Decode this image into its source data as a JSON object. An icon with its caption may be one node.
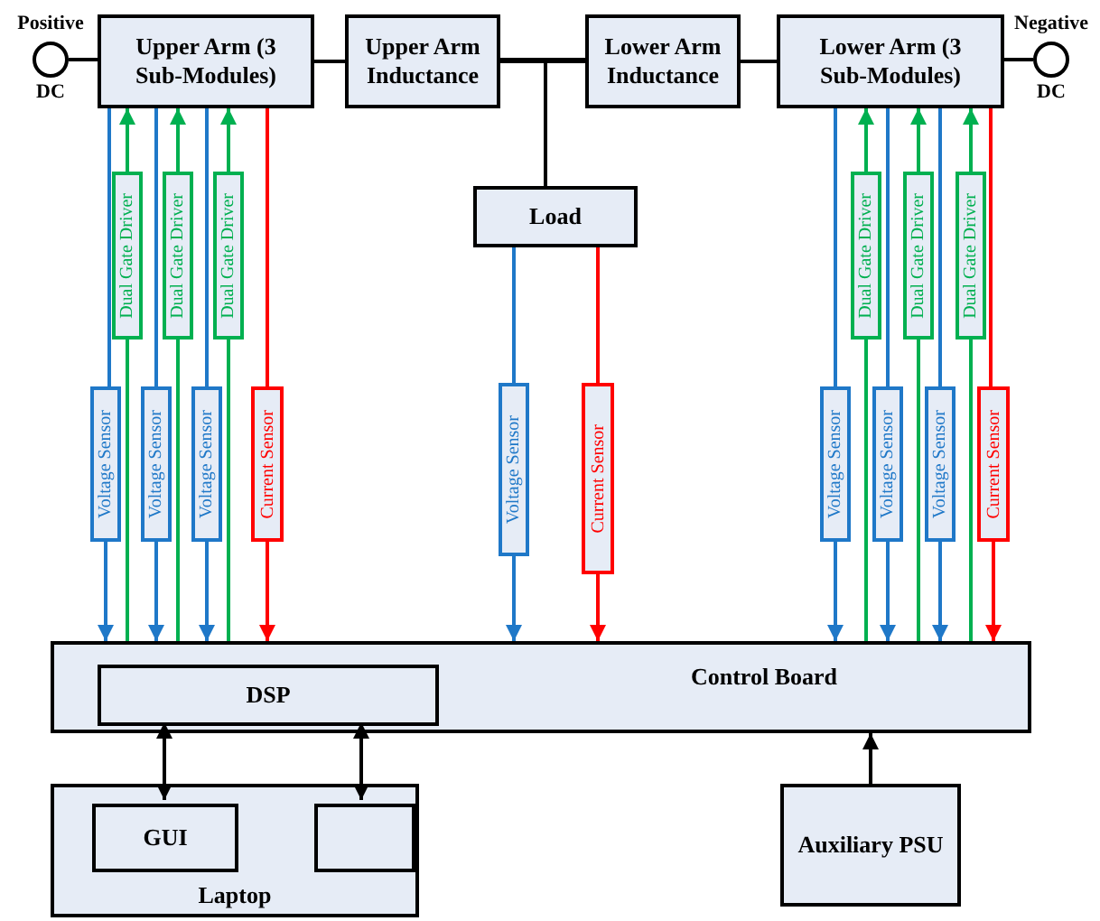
{
  "diagram": {
    "nodes": [
      {
        "text": [],
        "shape": "circle",
        "beside": [
          "Positive",
          "DC"
        ]
      },
      {
        "text": [
          "Upper Arm (3 Sub-Modules)"
        ]
      },
      {
        "text": [
          "Upper Arm Inductance"
        ]
      },
      {
        "text": [
          "Lower Arm Inductance"
        ]
      },
      {
        "text": [
          "Lower Arm (3 Sub-Modules)"
        ]
      },
      {
        "text": [],
        "shape": "circle",
        "beside": [
          "Negative",
          "DC"
        ]
      },
      {
        "text": [
          "Load"
        ]
      },
      {
        "text": [
          "Dual Gate Driver"
        ]
      },
      {
        "text": [
          "Dual Gate Driver"
        ]
      },
      {
        "text": [
          "Dual Gate Driver"
        ]
      },
      {
        "text": [
          "Dual Gate Driver"
        ]
      },
      {
        "text": [
          "Dual Gate Driver"
        ]
      },
      {
        "text": [
          "Dual Gate Driver"
        ]
      },
      {
        "text": [
          "Voltage Sensor"
        ]
      },
      {
        "text": [
          "Voltage Sensor"
        ]
      },
      {
        "text": [
          "Voltage Sensor"
        ]
      },
      {
        "text": [
          "Current Sensor"
        ]
      },
      {
        "text": [
          "Voltage Sensor"
        ]
      },
      {
        "text": [
          "Current Sensor"
        ]
      },
      {
        "text": [
          "Voltage Sensor"
        ]
      },
      {
        "text": [
          "Voltage Sensor"
        ]
      },
      {
        "text": [
          "Voltage Sensor"
        ]
      },
      {
        "text": [
          "Current Sensor"
        ]
      },
      {
        "text": [
          "Control Board"
        ]
      },
      {
        "text": [
          "DSP"
        ],
        "in": 23
      },
      {
        "text": [
          "Laptop"
        ]
      },
      {
        "text": [
          "GUI"
        ],
        "in": 25
      },
      {
        "text": [],
        "shape": "box",
        "in": 25
      },
      {
        "text": [
          "Auxiliary PSU"
        ]
      }
    ],
    "edges": [
      {
        "from": 0,
        "to": 1,
        "arrow": "none",
        "color": "#000000"
      },
      {
        "from": 1,
        "to": 2,
        "arrow": "none",
        "color": "#000000"
      },
      {
        "from": 2,
        "to": 3,
        "arrow": "none",
        "color": "#000000"
      },
      {
        "from": 2,
        "to": 6,
        "arrow": "none",
        "color": "#000000"
      },
      {
        "from": 3,
        "to": 6,
        "arrow": "none",
        "color": "#000000"
      },
      {
        "from": 3,
        "to": 4,
        "arrow": "none",
        "color": "#000000"
      },
      {
        "from": 4,
        "to": 5,
        "arrow": "none",
        "color": "#000000"
      },
      {
        "from": 1,
        "to": 13,
        "arrow": "none"
      },
      {
        "from": 13,
        "to": 23,
        "arrow": "to"
      },
      {
        "from": 23,
        "to": 7,
        "arrow": "none",
        "color": "#00b050"
      },
      {
        "from": 7,
        "to": 1,
        "arrow": "to",
        "color": "#00b050"
      },
      {
        "from": 1,
        "to": 14,
        "arrow": "none"
      },
      {
        "from": 14,
        "to": 23,
        "arrow": "to"
      },
      {
        "from": 23,
        "to": 8,
        "arrow": "none",
        "color": "#00b050"
      },
      {
        "from": 8,
        "to": 1,
        "arrow": "to",
        "color": "#00b050"
      },
      {
        "from": 1,
        "to": 15,
        "arrow": "none"
      },
      {
        "from": 15,
        "to": 23,
        "arrow": "to"
      },
      {
        "from": 23,
        "to": 9,
        "arrow": "none",
        "color": "#00b050"
      },
      {
        "from": 9,
        "to": 1,
        "arrow": "to",
        "color": "#00b050"
      },
      {
        "from": 1,
        "to": 16,
        "arrow": "none",
        "color": "#ff0000"
      },
      {
        "from": 16,
        "to": 23,
        "arrow": "to",
        "color": "#ff0000"
      },
      {
        "from": 6,
        "to": 17,
        "arrow": "none"
      },
      {
        "from": 17,
        "to": 23,
        "arrow": "to"
      },
      {
        "from": 6,
        "to": 18,
        "arrow": "none",
        "color": "#ff0000"
      },
      {
        "from": 18,
        "to": 23,
        "arrow": "to",
        "color": "#ff0000"
      },
      {
        "from": 4,
        "to": 19,
        "arrow": "none"
      },
      {
        "from": 19,
        "to": 23,
        "arrow": "to"
      },
      {
        "from": 23,
        "to": 10,
        "arrow": "none",
        "color": "#00b050"
      },
      {
        "from": 10,
        "to": 4,
        "arrow": "to",
        "color": "#00b050"
      },
      {
        "from": 4,
        "to": 20,
        "arrow": "none"
      },
      {
        "from": 20,
        "to": 23,
        "arrow": "to"
      },
      {
        "from": 23,
        "to": 11,
        "arrow": "none",
        "color": "#00b050"
      },
      {
        "from": 11,
        "to": 4,
        "arrow": "to",
        "color": "#00b050"
      },
      {
        "from": 4,
        "to": 21,
        "arrow": "none"
      },
      {
        "from": 21,
        "to": 23,
        "arrow": "to"
      },
      {
        "from": 23,
        "to": 12,
        "arrow": "none",
        "color": "#00b050"
      },
      {
        "from": 12,
        "to": 4,
        "arrow": "to",
        "color": "#00b050"
      },
      {
        "from": 4,
        "to": 22,
        "arrow": "none",
        "color": "#ff0000"
      },
      {
        "from": 22,
        "to": 23,
        "arrow": "to",
        "color": "#ff0000"
      },
      {
        "from": 24,
        "to": 26,
        "arrow": "both",
        "color": "#000000"
      },
      {
        "from": 24,
        "to": 27,
        "arrow": "both",
        "color": "#000000"
      },
      {
        "from": 28,
        "to": 23,
        "arrow": "to",
        "color": "#000000"
      }
    ]
  }
}
